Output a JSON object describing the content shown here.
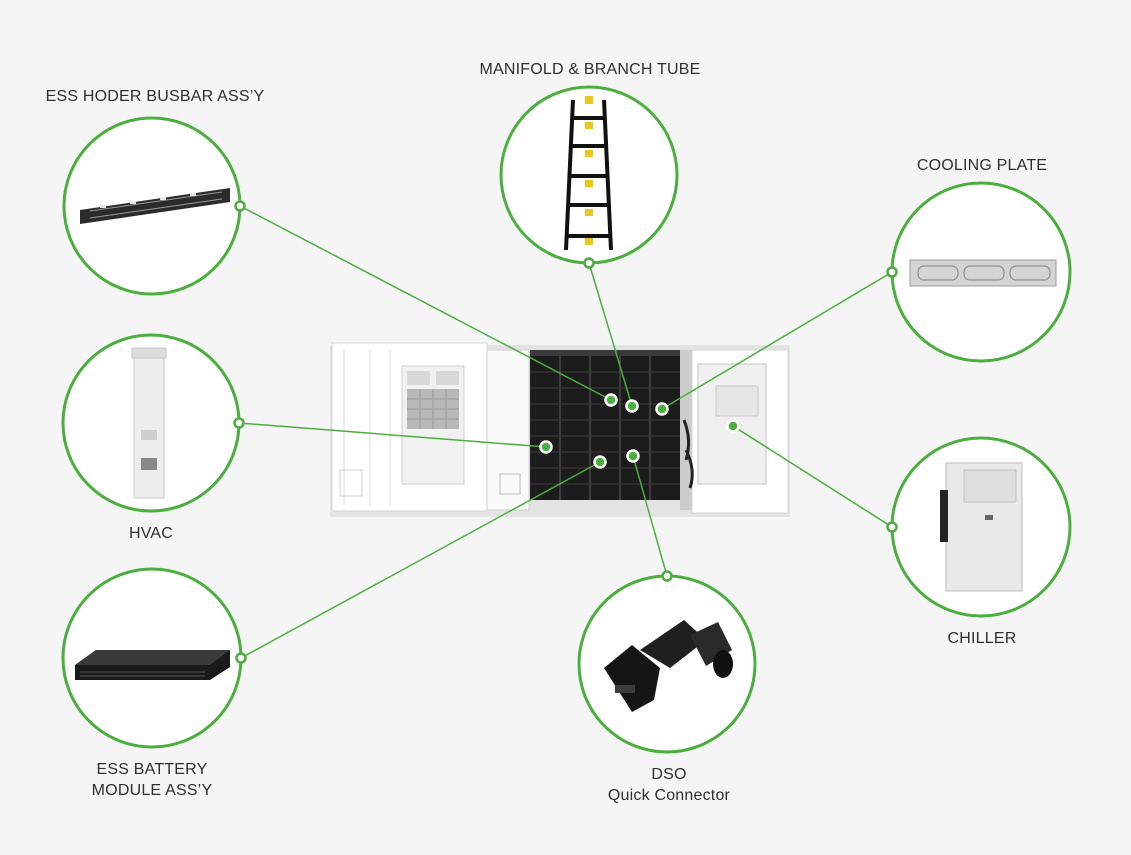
{
  "colors": {
    "background": "#f5f5f5",
    "accent_green": "#4cae3f",
    "label_text": "#2f2f2f"
  },
  "components": {
    "busbar": {
      "label": "ESS HODER BUSBAR ASS’Y"
    },
    "manifold": {
      "label": "MANIFOLD & BRANCH TUBE"
    },
    "cooling_plate": {
      "label": "COOLING PLATE"
    },
    "hvac": {
      "label": "HVAC"
    },
    "chiller": {
      "label": "CHILLER"
    },
    "battery_module": {
      "line1": "ESS BATTERY",
      "line2": "MODULE ASS’Y"
    },
    "dso": {
      "line1": "DSO",
      "line2": "Quick Connector"
    }
  },
  "center_unit": {
    "icon": "ess-container-illustration"
  }
}
